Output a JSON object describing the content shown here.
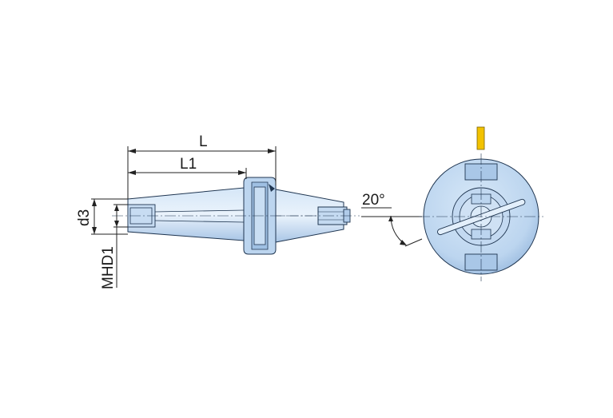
{
  "labels": {
    "L": "L",
    "L1": "L1",
    "d3": "d3",
    "MHD1": "MHD1",
    "angle": "20°"
  },
  "colors": {
    "body_light": "#dbeaf8",
    "body_mid": "#b9d3ef",
    "body_dark": "#8fb3dc",
    "outline": "#1f3550",
    "dim_line": "#222222",
    "key_mark": "#f2c200"
  }
}
